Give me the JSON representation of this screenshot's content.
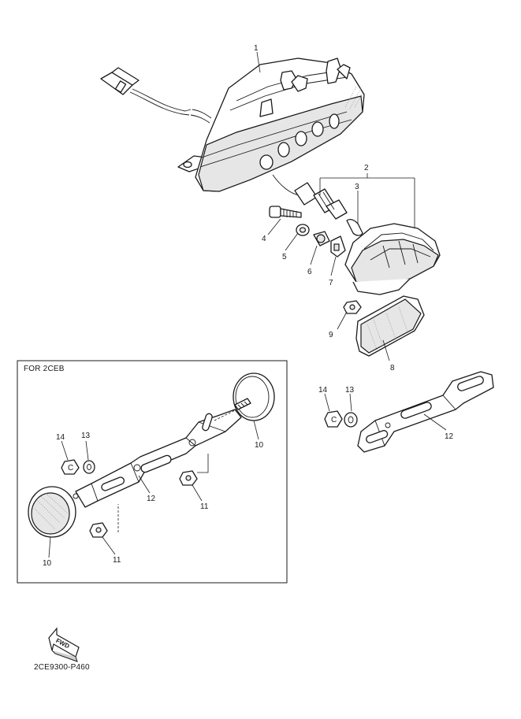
{
  "inset_label": "FOR 2CEB",
  "diagram_code": "2CE9300-P460",
  "fwd_label": "FWD",
  "callouts": {
    "c1": "1",
    "c2": "2",
    "c3": "3",
    "c4": "4",
    "c5": "5",
    "c6": "6",
    "c7": "7",
    "c8": "8",
    "c9": "9",
    "c14a": "14",
    "c13a": "13",
    "c12a": "12",
    "c14b": "14",
    "c13b": "13",
    "c10a": "10",
    "c12b": "12",
    "c11a": "11",
    "c10b": "10",
    "c11b": "11"
  }
}
